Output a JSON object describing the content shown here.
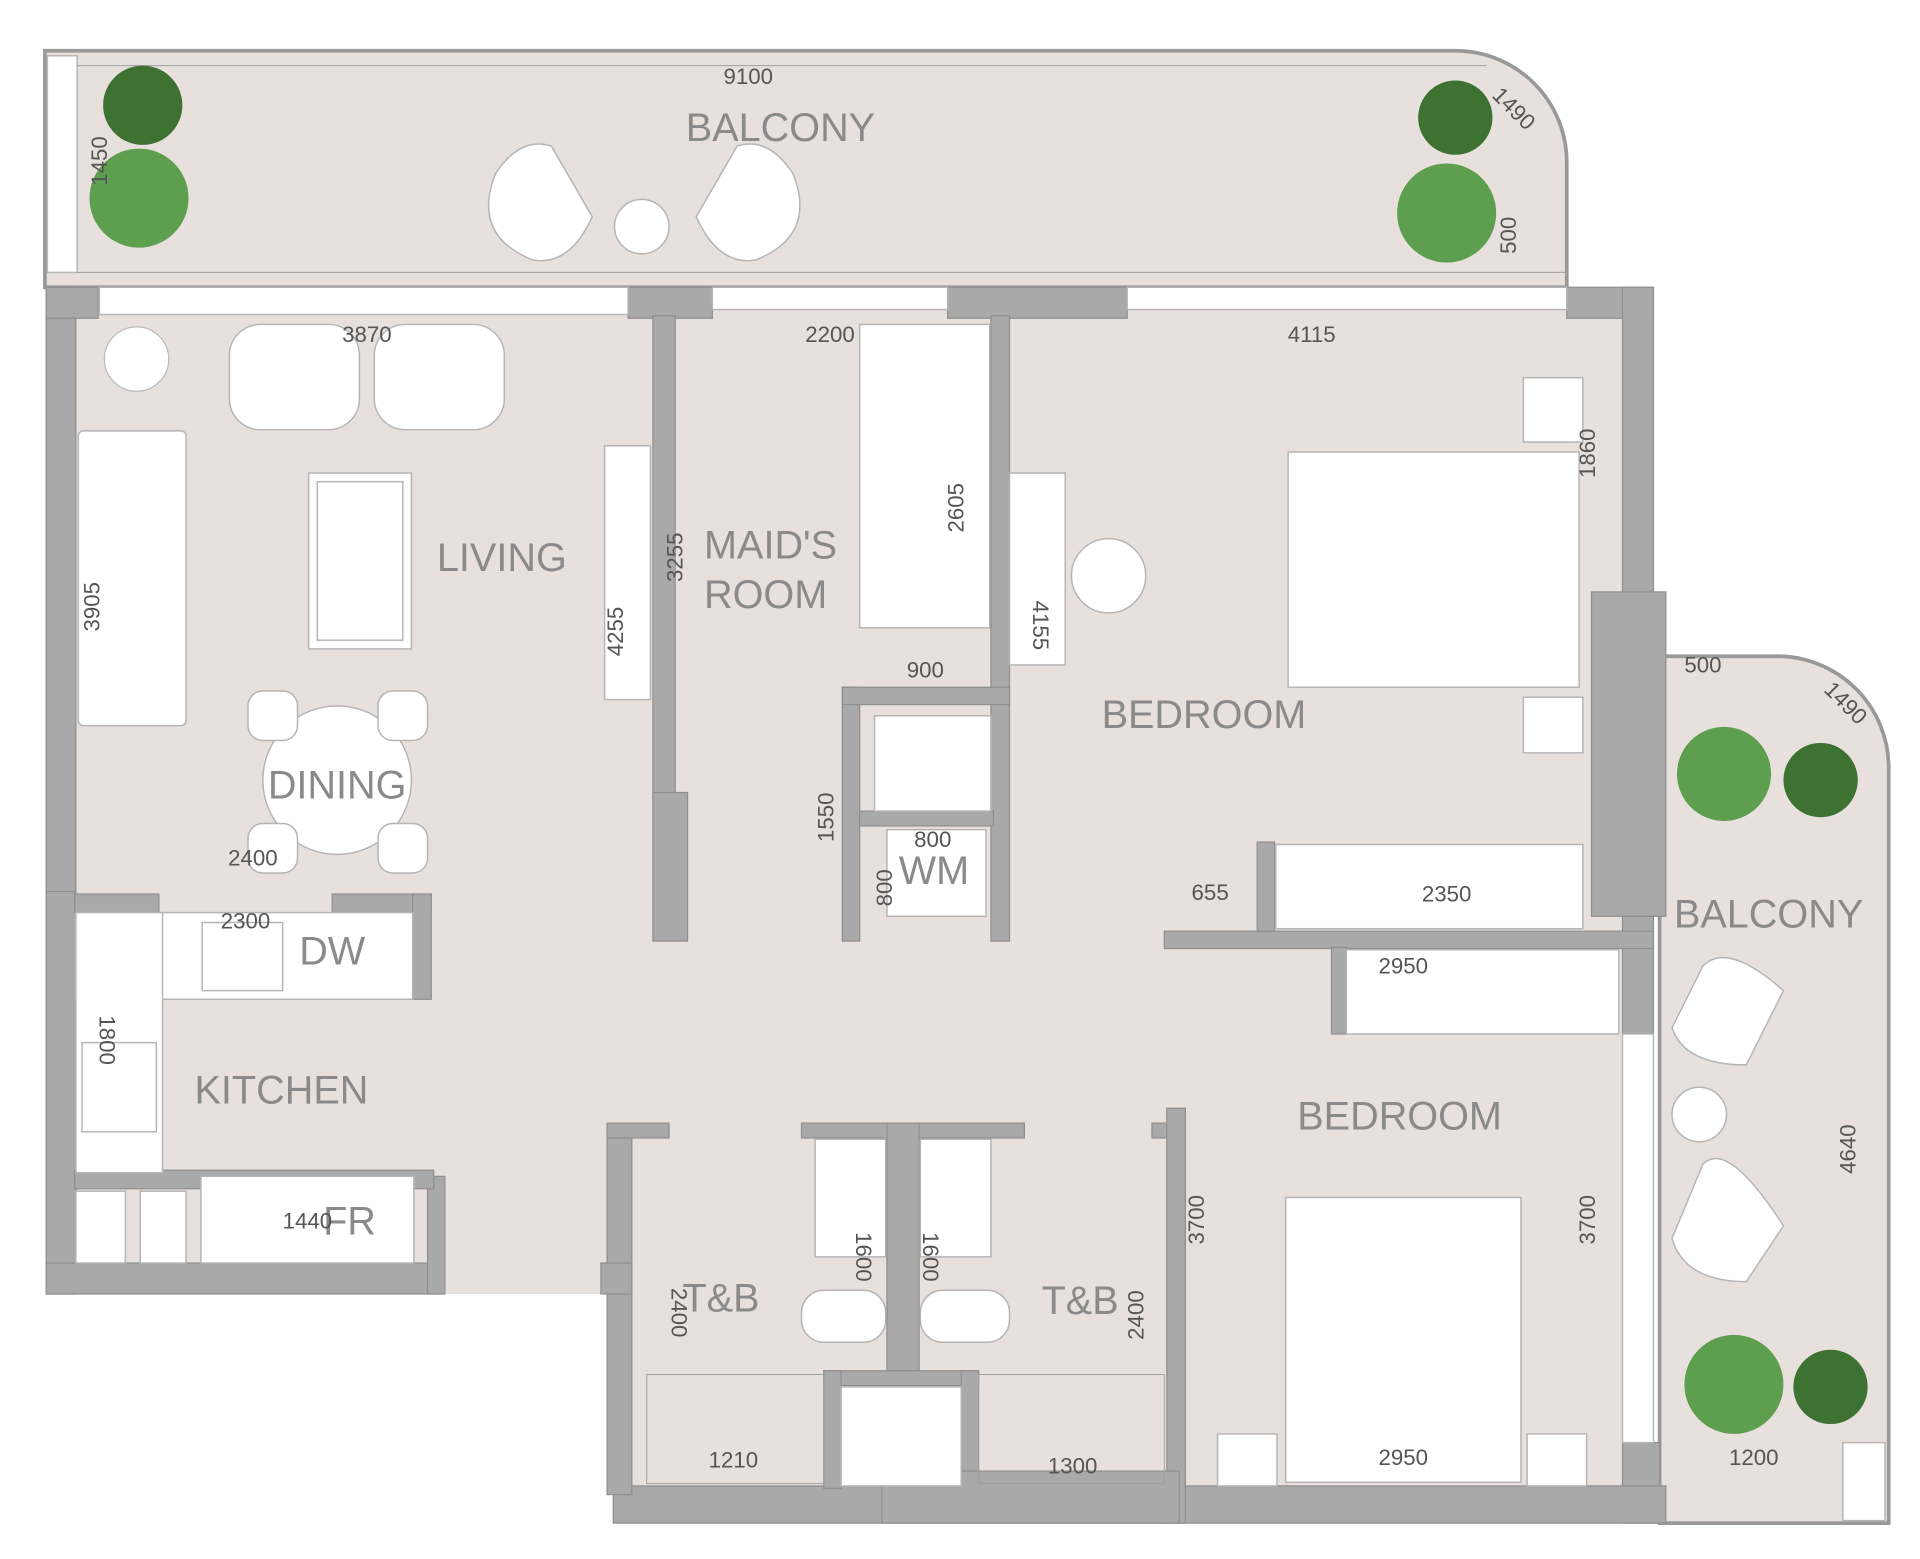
{
  "rooms": {
    "balcony_top": "BALCONY",
    "living": "LIVING",
    "maids_room_line1": "MAID'S",
    "maids_room_line2": "ROOM",
    "dining": "DINING",
    "kitchen": "KITCHEN",
    "dishwasher": "DW",
    "fridge": "FR",
    "washing_machine": "WM",
    "bedroom_1": "BEDROOM",
    "balcony_right": "BALCONY",
    "bedroom_2": "BEDROOM",
    "bath_1": "T&B",
    "bath_2": "T&B"
  },
  "dimensions": {
    "balcony_width": "9100",
    "balcony_corner_top": "1490",
    "balcony_depth": "1450",
    "balcony_edge_top": "500",
    "living_width": "3870",
    "maid_width": "2200",
    "bedroom1_width": "4115",
    "bedroom1_bed_side": "1860",
    "living_depth": "3905",
    "maid_depth": "3255",
    "maid_bed": "2605",
    "living_tv": "4255",
    "bedroom1_depth": "4155",
    "wm_width": "900",
    "balcony_edge_right": "500",
    "balcony_corner_right": "1490",
    "corridor": "1550",
    "wm_depth_h": "800",
    "wm_depth_v": "800",
    "dining_width": "2400",
    "closet_gap": "655",
    "wardrobe1": "2350",
    "kitchen_counter": "2300",
    "wardrobe2": "2950",
    "kitchen_side": "1800",
    "fridge_counter": "1440",
    "bedroom2_depth_left": "3700",
    "bedroom2_depth_right": "3700",
    "balcony_right_length": "4640",
    "vanity_left": "1600",
    "vanity_right": "1600",
    "bath1_depth": "2400",
    "bath2_depth": "2400",
    "shower1": "1210",
    "shower2": "1300",
    "bedroom2_width": "2950",
    "balcony_right_width": "1200"
  },
  "colors": {
    "floor": "#e7e0dd",
    "wall": "#a9a9a9",
    "plant": "#2f8a1f"
  }
}
